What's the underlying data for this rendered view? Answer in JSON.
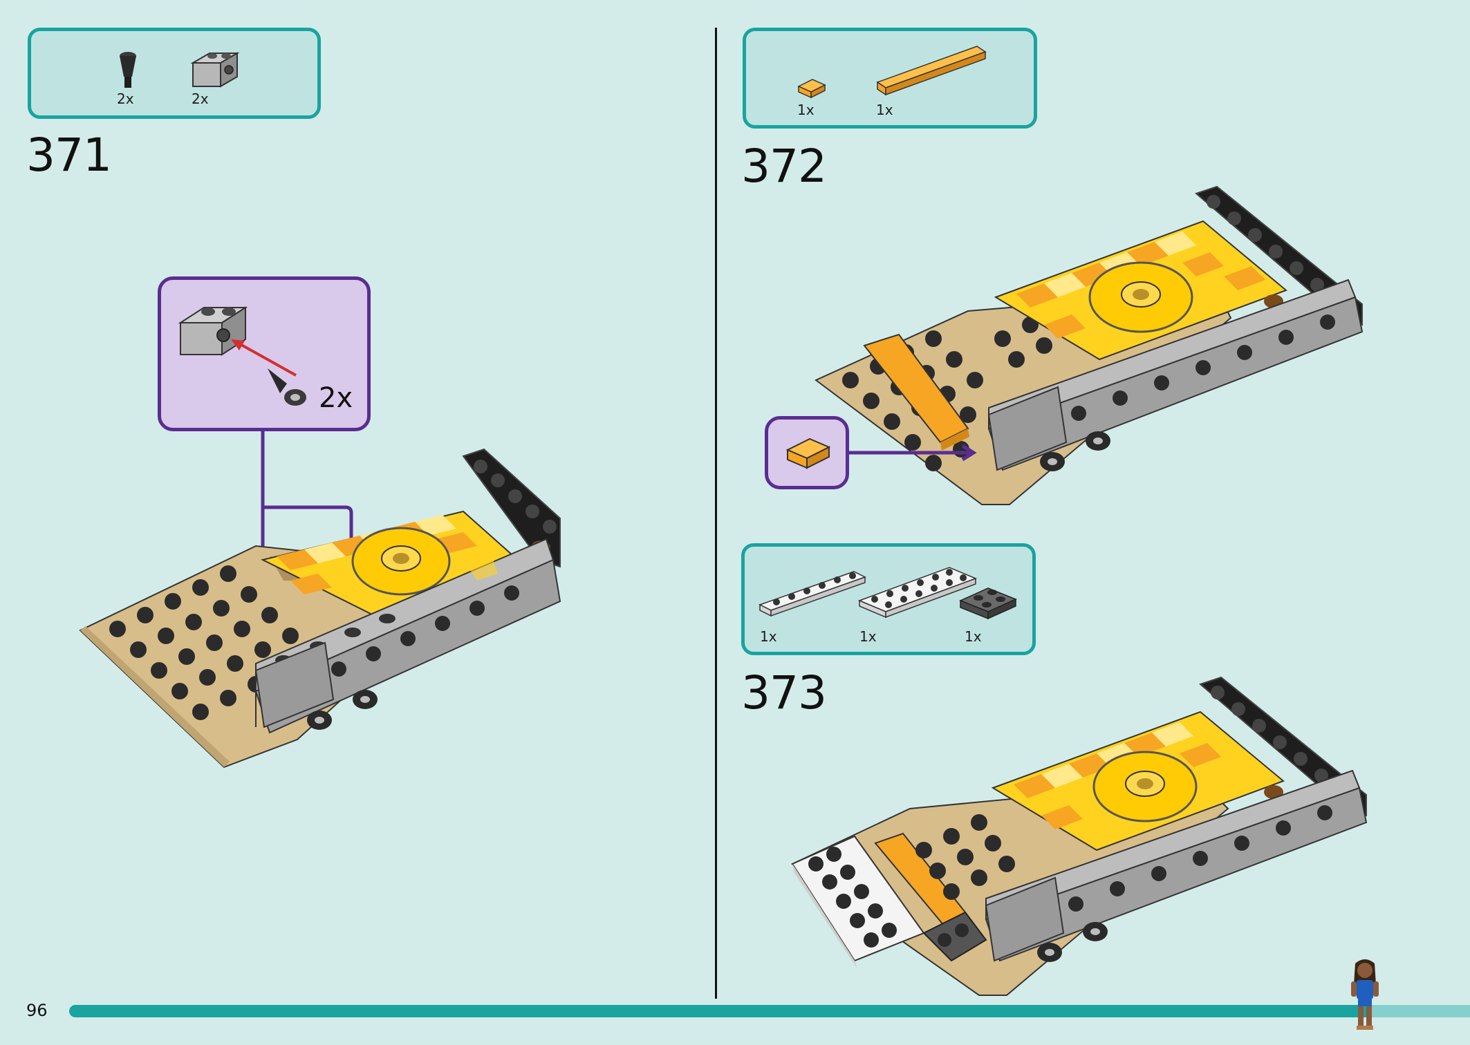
{
  "page_number": "96",
  "progress_fraction": 0.93,
  "colors": {
    "teal": "#1aa39f",
    "callout_purple": "#5a2d91",
    "callout_fill": "#d9c9ea",
    "tan": "#d7bd8a",
    "orange": "#f6a623",
    "yellow": "#ffd21f",
    "light_yellow": "#ffe98a",
    "grey": "#a0a0a0",
    "dark_grey": "#555555",
    "black": "#1e1e1e",
    "white": "#f4f4f4",
    "arrow_red": "#d32f2f"
  },
  "steps": [
    {
      "number": "371",
      "parts": [
        {
          "icon": "cone-piece-icon",
          "qty": "2x"
        },
        {
          "icon": "grey-brick-icon",
          "qty": "2x"
        }
      ],
      "callout_qty": "2x"
    },
    {
      "number": "372",
      "parts": [
        {
          "icon": "orange-tile-icon",
          "qty": "1x"
        },
        {
          "icon": "orange-long-tile-icon",
          "qty": "1x"
        }
      ]
    },
    {
      "number": "373",
      "parts": [
        {
          "icon": "white-plate-1x6-icon",
          "qty": "1x"
        },
        {
          "icon": "white-plate-2x6-icon",
          "qty": "1x"
        },
        {
          "icon": "dark-grey-plate-2x2-icon",
          "qty": "1x"
        }
      ]
    }
  ]
}
